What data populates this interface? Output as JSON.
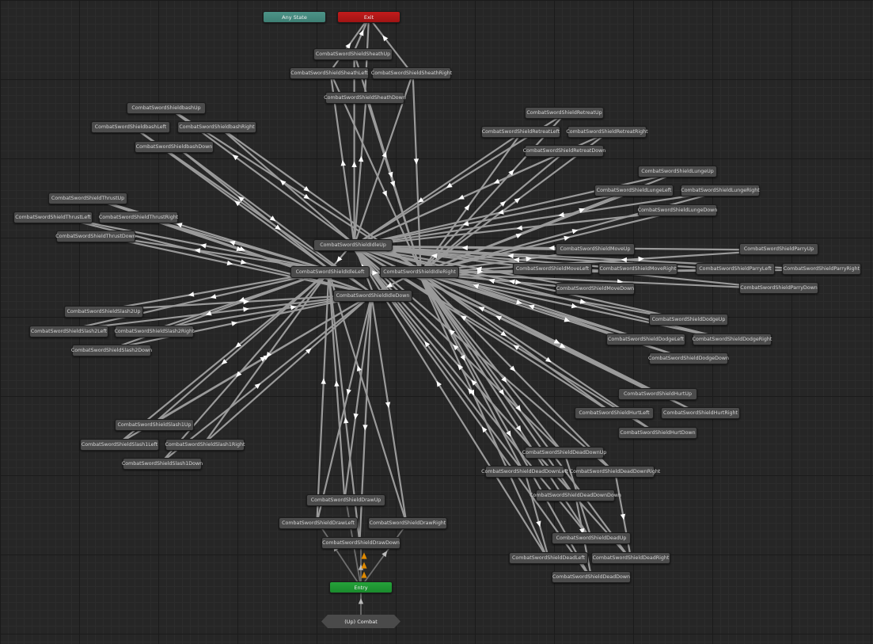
{
  "colors": {
    "node": "#4b4b4b",
    "any_state": "#3e7f74",
    "exit": "#a01414",
    "entry": "#1a8a2d",
    "parent": "#474747",
    "transition": "#9a9a9a",
    "arrow": "#ffffff",
    "entry_arrow": "#e08a00"
  },
  "special_states": {
    "any_state": "Any State",
    "exit": "Exit",
    "entry": "Entry",
    "parent": "(Up) Combat"
  },
  "states": [
    "CombatSwordShieldSheathUp",
    "CombatSwordShieldSheathLeft",
    "CombatSwordShieldSheathRight",
    "CombatSwordShieldSheathDown",
    "CombatSwordShieldbashUp",
    "CombatSwordShieldbashLeft",
    "CombatSwordShieldbashRight",
    "CombatSwordShieldbashDown",
    "CombatSwordShieldRetreatUp",
    "CombatSwordShieldRetreatLeft",
    "CombatSwordShieldRetreatRight",
    "CombatSwordShieldRetreatDown",
    "CombatSwordShieldLungeUp",
    "CombatSwordShieldLungeLeft",
    "CombatSwordShieldLungeRight",
    "CombatSwordShieldLungeDown",
    "CombatSwordShieldThrustUp",
    "CombatSwordShieldThrustLeft",
    "CombatSwordShieldThrustRight",
    "CombatSwordShieldThrustDown",
    "CombatSwordShieldIdleUp",
    "CombatSwordShieldIdleLeft",
    "CombatSwordShieldIdleRight",
    "CombatSwordShieldIdleDown",
    "CombatSwordShieldMoveUp",
    "CombatSwordShieldMoveLeft",
    "CombatSwordShieldMoveRight",
    "CombatSwordShieldMoveDown",
    "CombatSwordShieldParryUp",
    "CombatSwordShieldParryLeft",
    "CombatSwordShieldParryRight",
    "CombatSwordShieldParryDown",
    "CombatSwordShieldSlash2Up",
    "CombatSwordShieldSlash2Left",
    "CombatSwordShieldSlash2Right",
    "CombatSwordShieldSlash2Down",
    "CombatSwordShieldDodgeUp",
    "CombatSwordShieldDodgeLeft",
    "CombatSwordShieldDodgeRight",
    "CombatSwordShieldDodgeDown",
    "CombatSwordShieldHurtUp",
    "CombatSwordShieldHurtLeft",
    "CombatSwordShieldHurtRight",
    "CombatSwordShieldHurtDown",
    "CombatSwordShieldSlash1Up",
    "CombatSwordShieldSlash1Left",
    "CombatSwordShieldSlash1Right",
    "CombatSwordShieldSlash1Down",
    "CombatSwordShieldDeadDownUp",
    "CombatSwordShieldDeadDownLeft",
    "CombatSwordShieldDeadDownRight",
    "CombatSwordShieldDeadDownDown",
    "CombatSwordShieldDrawUp",
    "CombatSwordShieldDrawLeft",
    "CombatSwordShieldDrawRight",
    "CombatSwordShieldDrawDown",
    "CombatSwordShieldDeadUp",
    "CombatSwordShieldDeadLeft",
    "CombatSwordShieldDeadRight",
    "CombatSwordShieldDeadDown"
  ]
}
